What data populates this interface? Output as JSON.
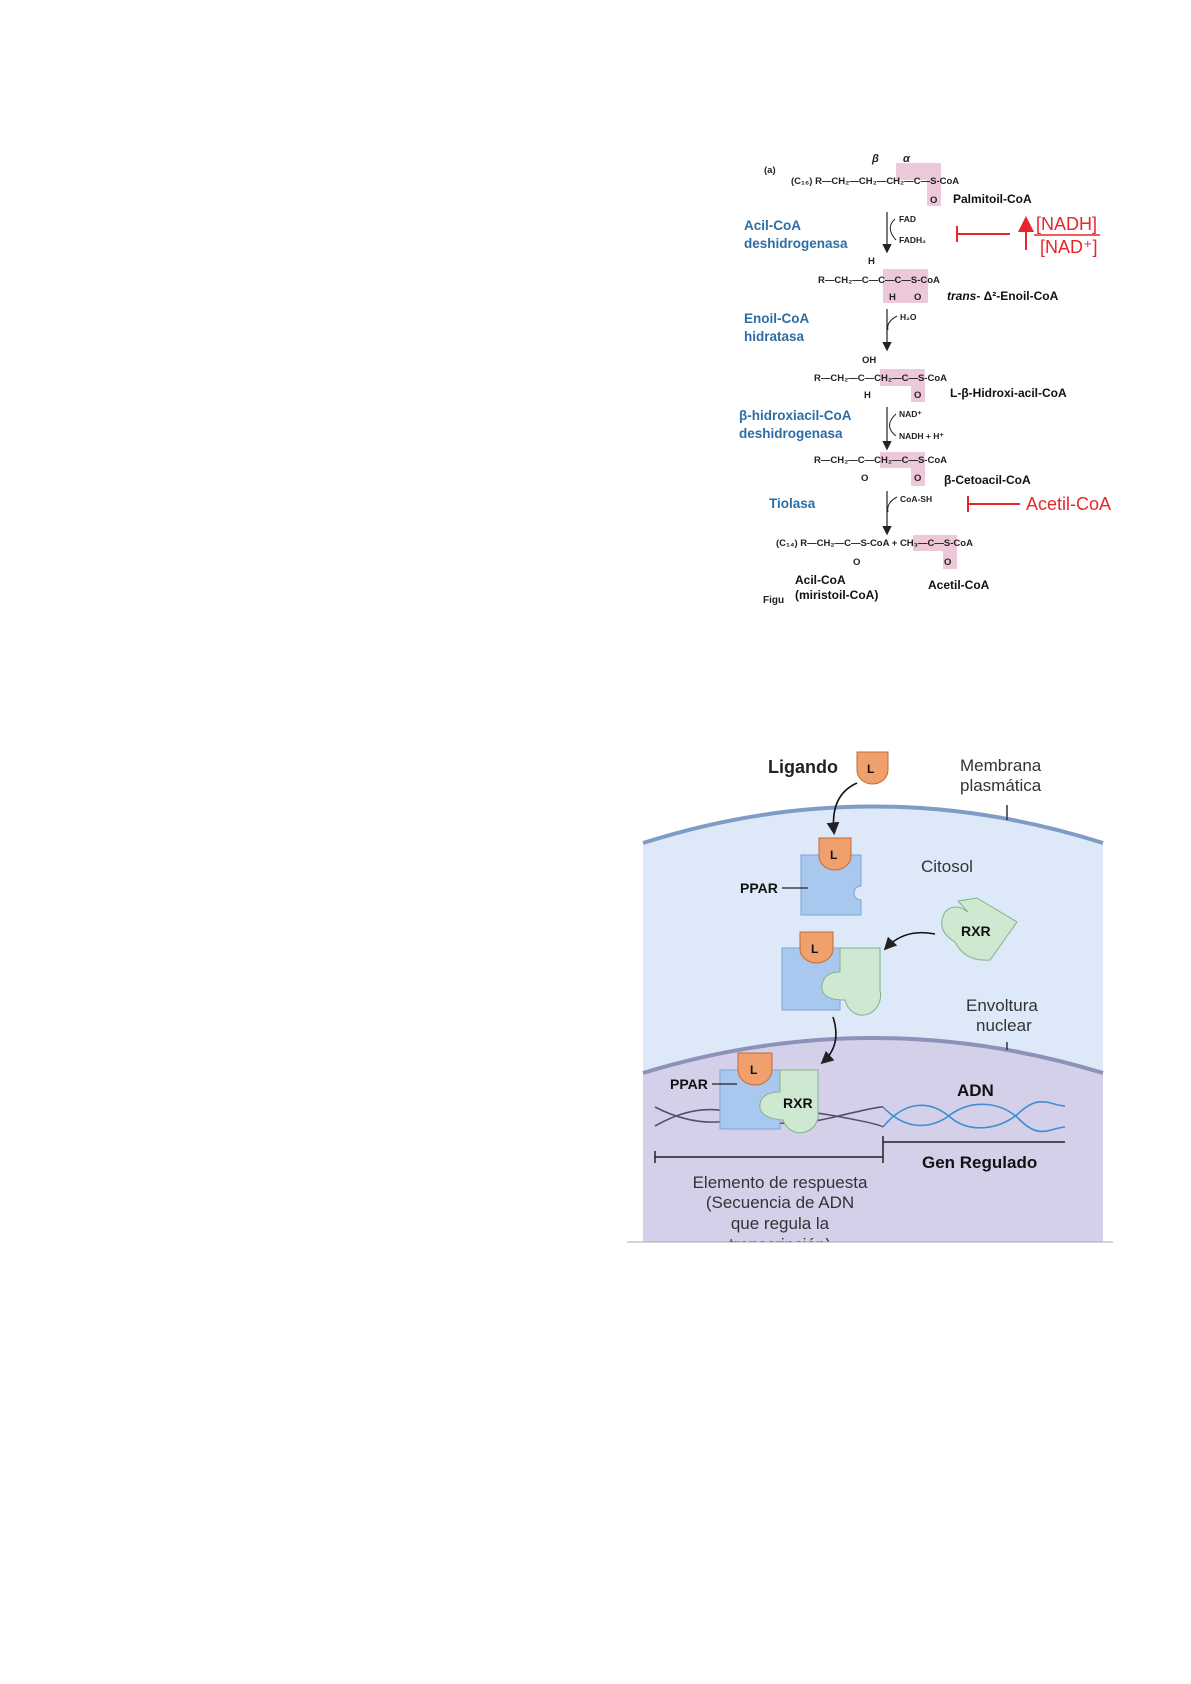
{
  "figure_a": {
    "panel_label": "(a)",
    "beta": "β",
    "alpha": "α",
    "f1": "(C₁₆) R—CH₂—CH₂—CH₂—C—S-CoA",
    "f1_o": "O",
    "p1": "Palmitoil-CoA",
    "enz1_l1": "Acil-CoA",
    "enz1_l2": "deshidrogenasa",
    "cof1_in": "FAD",
    "cof1_out": "FADH₂",
    "nadh": "[NADH]",
    "nad": "[NAD⁺]",
    "f2": "R—CH₂—C—C—C—S-CoA",
    "f2_h_top": "H",
    "f2_h_bot": "H",
    "f2_o": "O",
    "p2_italic": "trans-",
    "p2": " Δ²-Enoil-CoA",
    "enz2_l1": "Enoil-CoA",
    "enz2_l2": "hidratasa",
    "cof2_in": "H₂O",
    "f3": "R—CH₂—C—CH₂—C—S-CoA",
    "f3_oh": "OH",
    "f3_h": "H",
    "f3_o": "O",
    "p3": "L-β-Hidroxi-acil-CoA",
    "enz3_l1": "β-hidroxiacil-CoA",
    "enz3_l2": "deshidrogenasa",
    "cof3_in": "NAD⁺",
    "cof3_out": "NADH  + H⁺",
    "f4": "R—CH₂—C—CH₂—C—S-CoA",
    "f4_o1": "O",
    "f4_o2": "O",
    "p4": "β-Cetoacil-CoA",
    "enz4": "Tiolasa",
    "cof4_in": "CoA-SH",
    "inhibitor2": "Acetil-CoA",
    "f5": "(C₁₄) R—CH₂—C—S-CoA  +  CH₃—C—S-CoA",
    "f5_o1": "O",
    "f5_o2": "O",
    "p5a_l1": "Acil-CoA",
    "p5a_l2": "(miristoil-CoA)",
    "p5b": "Acetil-CoA",
    "caption_fragment": "Figu",
    "colors": {
      "enzyme": "#2e6da4",
      "inhibition": "#e8262a",
      "highlight": "#ecc8d8"
    }
  },
  "figure_b": {
    "ligand_label": "Ligando",
    "ligand_glyph": "L",
    "membrane_l1": "Membrana",
    "membrane_l2": "plasmática",
    "cytosol": "Citosol",
    "ppar": "PPAR",
    "rxr": "RXR",
    "envelope_l1": "Envoltura",
    "envelope_l2": "nuclear",
    "dna": "ADN",
    "gene": "Gen Regulado",
    "response_l1": "Elemento de respuesta",
    "response_l2": "(Secuencia de ADN",
    "response_l3": "que regula la",
    "response_l4": "transcripción)",
    "colors": {
      "cytosol": "#dde9f8",
      "nucleus": "#d5d0ea",
      "ppar": "#a9c8ef",
      "rxr": "#cfe8d2",
      "ligand": "#f0a06d",
      "membrane": "#7f9cc4"
    }
  }
}
